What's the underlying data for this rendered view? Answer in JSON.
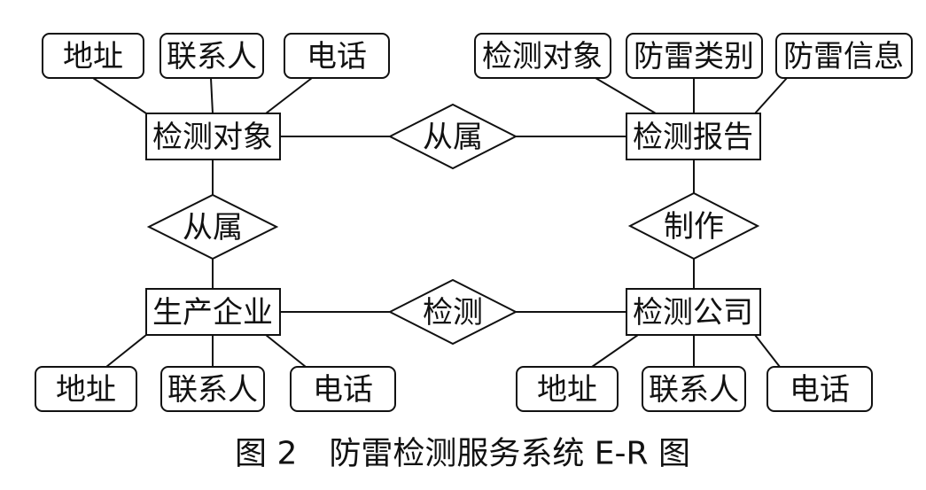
{
  "diagram": {
    "entities": {
      "inspection_object": "检测对象",
      "inspection_report": "检测报告",
      "manufacturer": "生产企业",
      "inspection_company": "检测公司"
    },
    "relationships": {
      "top": "从属",
      "left": "从属",
      "right": "制作",
      "bottom": "检测"
    },
    "attributes": {
      "inspection_object": [
        "地址",
        "联系人",
        "电话"
      ],
      "inspection_report": [
        "检测对象",
        "防雷类别",
        "防雷信息"
      ],
      "manufacturer": [
        "地址",
        "联系人",
        "电话"
      ],
      "inspection_company": [
        "地址",
        "联系人",
        "电话"
      ]
    }
  },
  "caption": "图 2　防雷检测服务系统 E-R 图"
}
